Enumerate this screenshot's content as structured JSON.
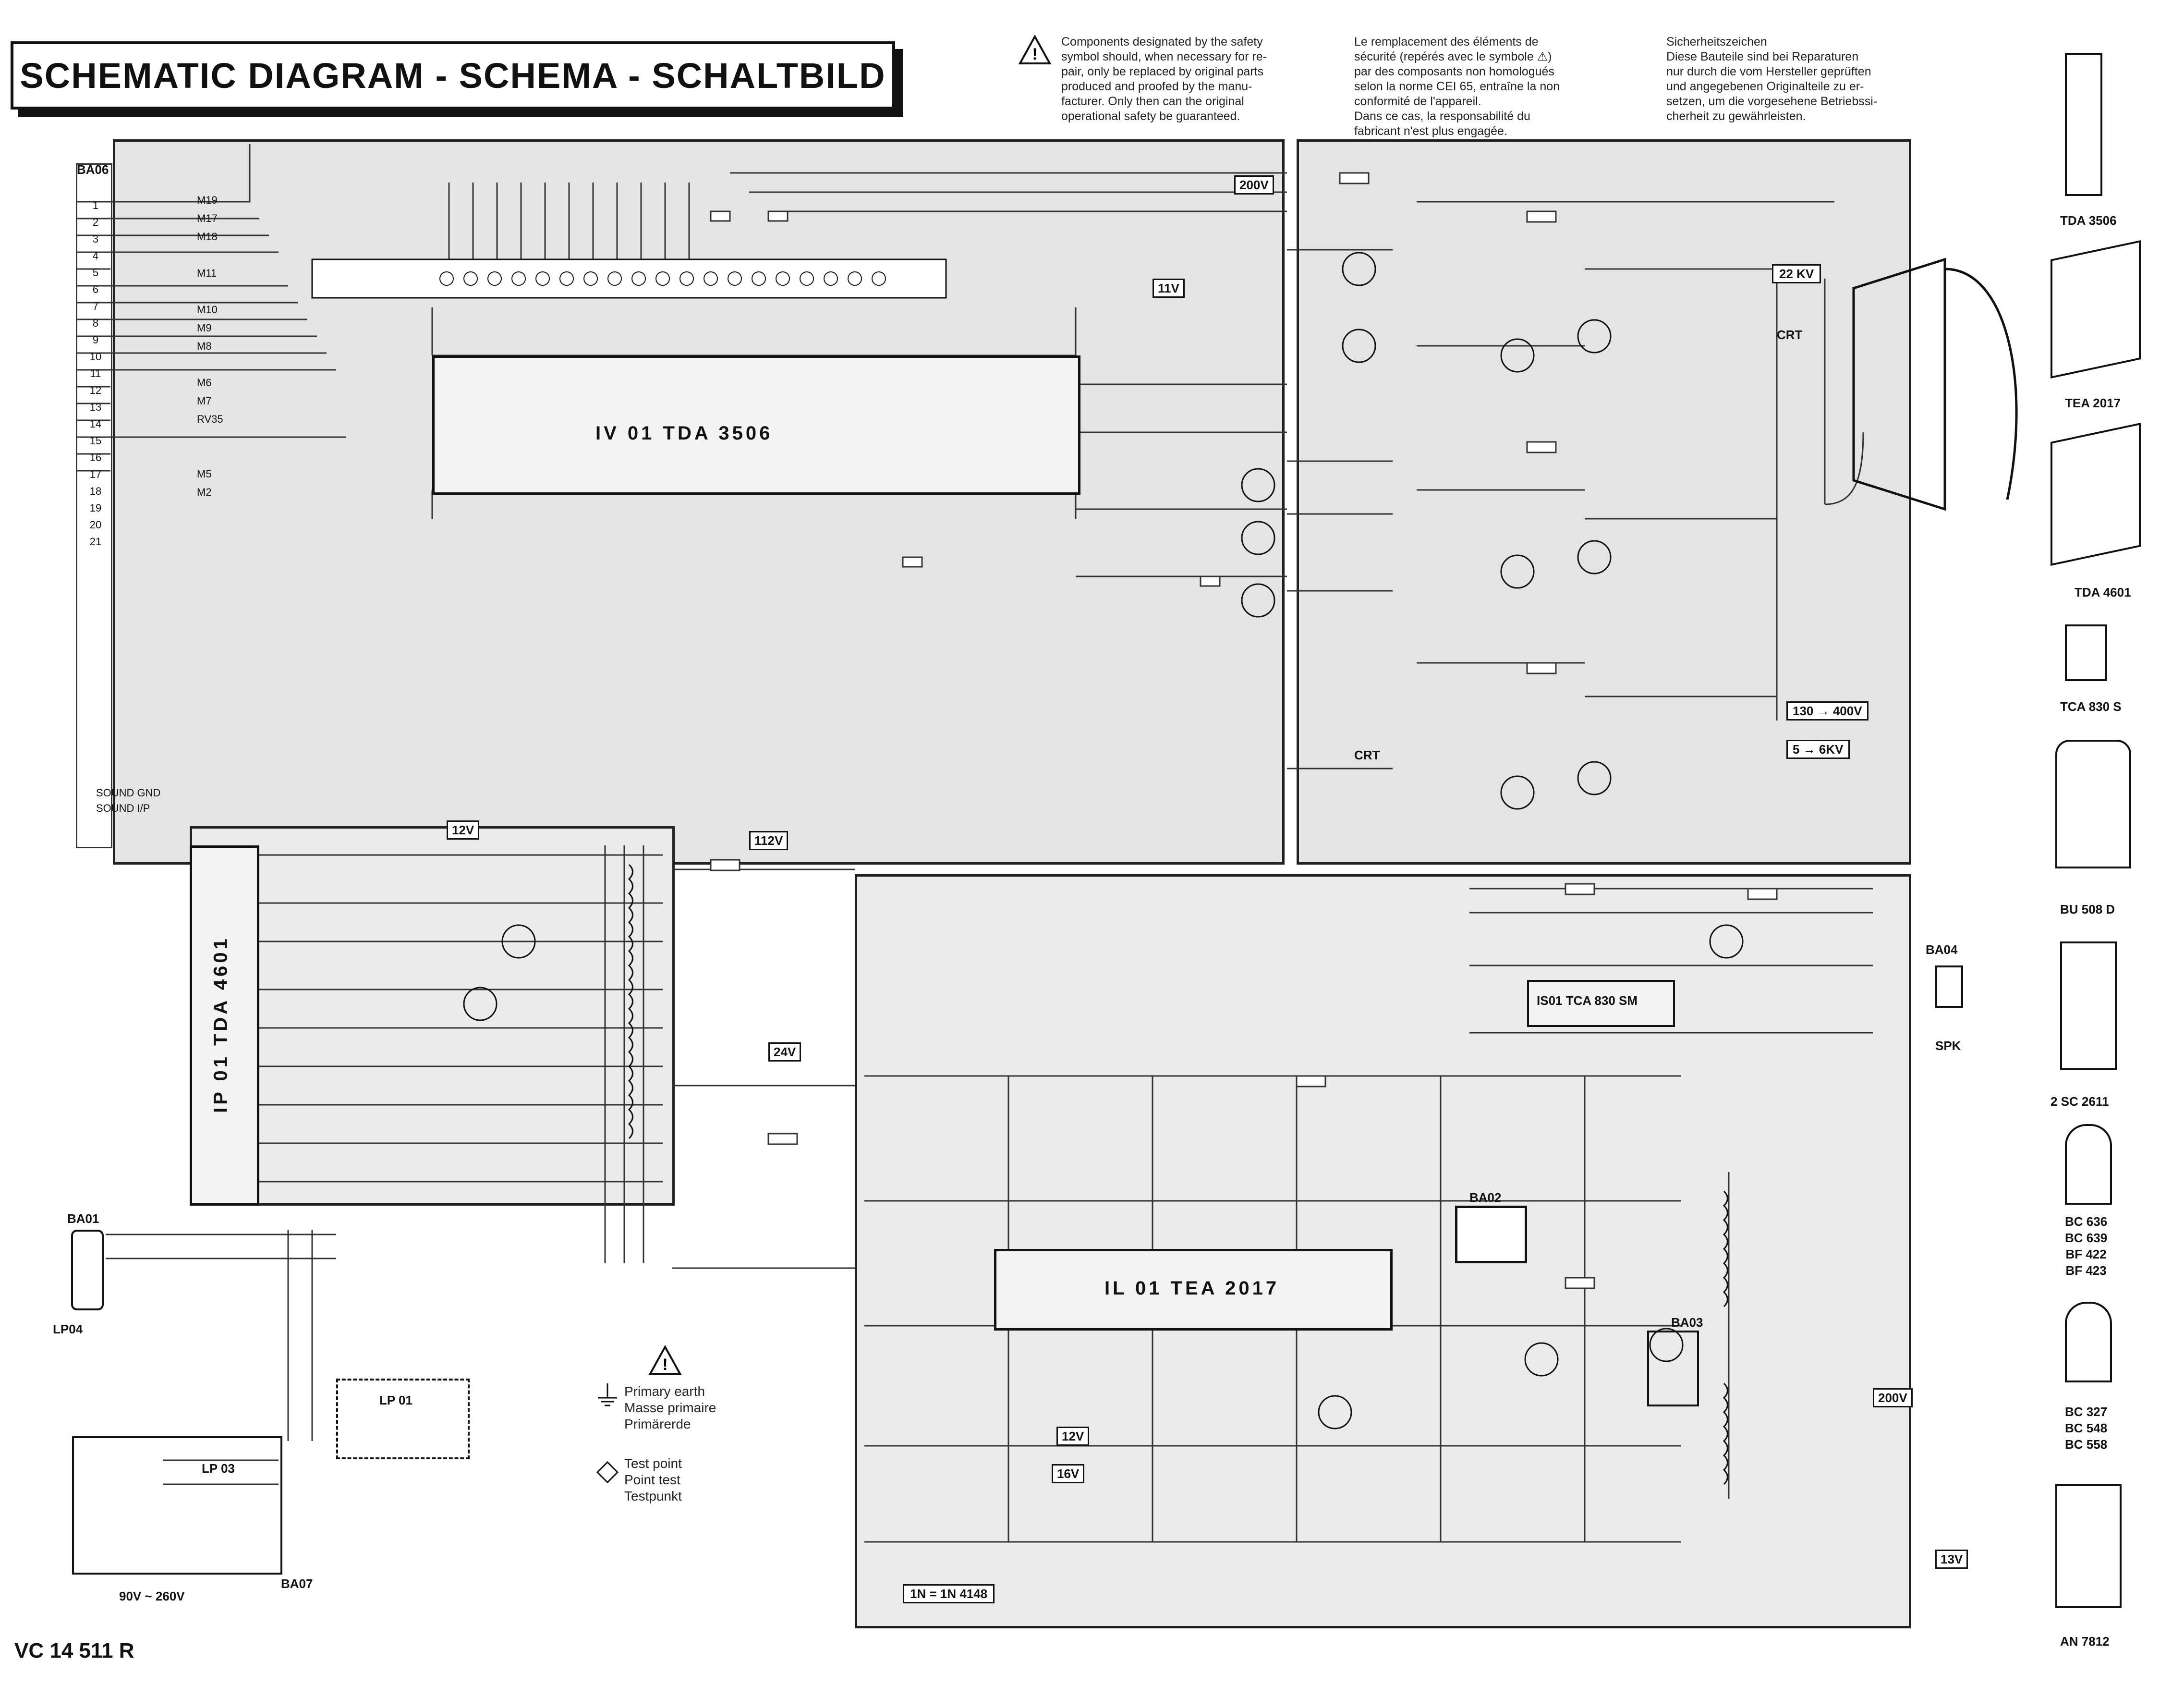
{
  "title": "SCHEMATIC DIAGRAM - SCHEMA - SCHALTBILD",
  "safety_notes": {
    "english": "Components designated by the safety\nsymbol should, when necessary for re-\npair, only be replaced by original parts\nproduced and proofed by the manu-\nfacturer. Only then can the original\noperational safety be guaranteed.",
    "french": "Le remplacement des éléments de\nsécurité (repérés avec le symbole ⚠)\npar des composants non homologués\nselon la norme CEI 65, entraîne la non\nconformité de l'appareil.\nDans ce cas, la responsabilité du\nfabricant n'est plus engagée.",
    "german": "Sicherheitszeichen\nDiese Bauteile sind bei Reparaturen\nnur durch die vom Hersteller geprüften\nund angegebenen Originalteile zu er-\nsetzen, um die vorgesehene Betriebssi-\ncherheit zu gewährleisten."
  },
  "ics": {
    "iv01": "IV 01    TDA 3506",
    "ip01": "IP 01 TDA 4601",
    "il01": "IL 01 TEA 2017",
    "is01": "IS01 TCA 830 SM"
  },
  "connectors": {
    "ba06": "BA06",
    "ba01": "BA01",
    "lp04": "LP04",
    "ba07": "BA07",
    "lp03": "LP 03",
    "lp01": "LP 01",
    "ba02": "BA02",
    "ba03": "BA03",
    "ba04": "BA04",
    "spk": "SPK",
    "crt": "CRT",
    "sound_gnd": "SOUND GND",
    "sound_ip": "SOUND I/P",
    "mains": "90V ~ 260V"
  },
  "pin_labels": [
    "M19",
    "M17",
    "M18",
    "M11",
    "M10",
    "M9",
    "M8",
    "M6",
    "M7",
    "RV35",
    "M5",
    "M2"
  ],
  "left_pins": [
    "1",
    "2",
    "3",
    "4",
    "5",
    "6",
    "7",
    "8",
    "9",
    "10",
    "11",
    "12",
    "13",
    "14",
    "15",
    "16",
    "17",
    "18",
    "19",
    "20",
    "21"
  ],
  "voltages": {
    "v200": "200V",
    "v11": "11V",
    "v112": "112V",
    "v24": "24V",
    "v12": "12V",
    "v16": "16V",
    "v13": "13V",
    "kv22": "22 KV",
    "kv_range1": "130 → 400V",
    "kv_range2": "5 → 6KV"
  },
  "legend": {
    "primary_earth": "Primary earth\nMasse primaire\nPrimärerde",
    "test_point": "Test point\nPoint test\nTestpunkt",
    "diode_note": "1N = 1N 4148"
  },
  "side_components": [
    {
      "name": "TDA 3506"
    },
    {
      "name": "TEA 2017"
    },
    {
      "name": "TDA 4601"
    },
    {
      "name": "TCA 830 S"
    },
    {
      "name": "BU 508 D"
    },
    {
      "name": "2 SC 2611"
    },
    {
      "name": "BC 636\nBC 639\nBF 422\nBF 423"
    },
    {
      "name": "BC 327\nBC 548\nBC 558"
    },
    {
      "name": "AN 7812"
    }
  ],
  "model": "VC 14 511 R"
}
